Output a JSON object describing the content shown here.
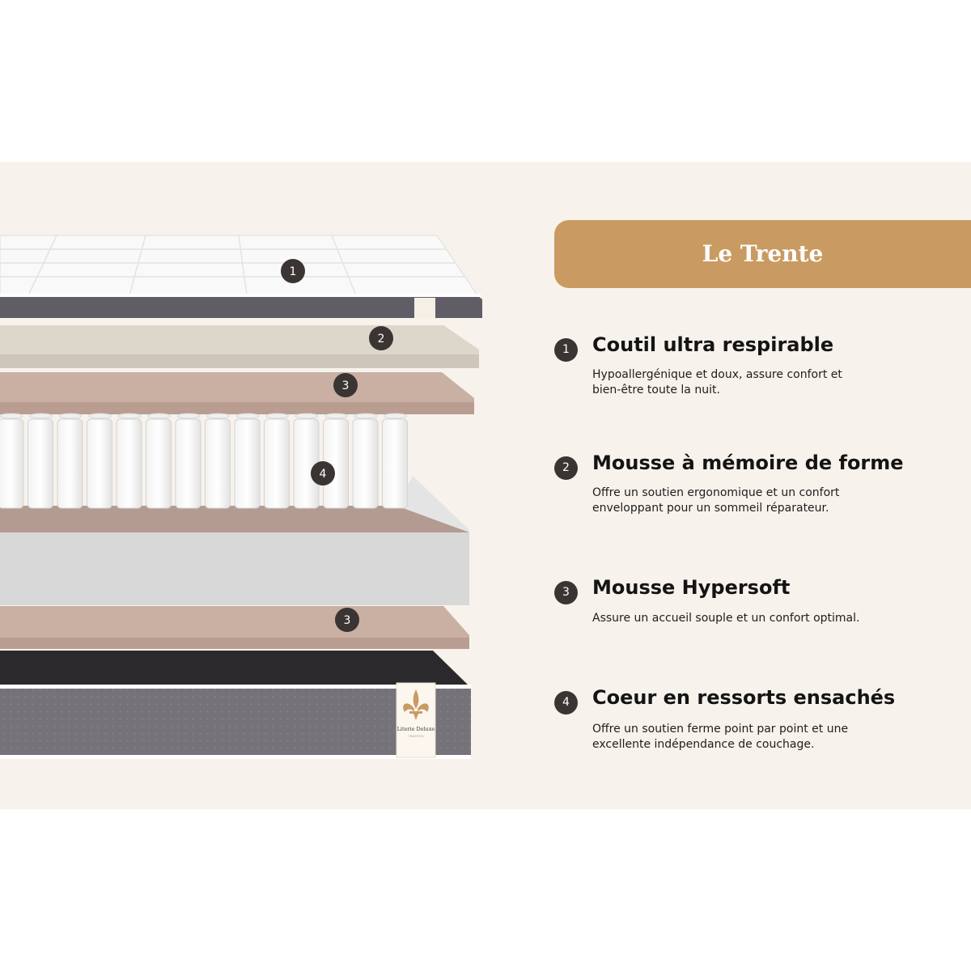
{
  "product": {
    "name": "Le Trente"
  },
  "illustration": {
    "label_tag": {
      "brand": "Literie Deluxe",
      "sub": "TRADITION"
    },
    "layer_markers": [
      "1",
      "2",
      "3",
      "4",
      "3"
    ]
  },
  "features": [
    {
      "number": "1",
      "title": "Coutil ultra respirable",
      "lines": [
        "Hypoallergénique et doux, assure confort et",
        "bien-être toute la nuit."
      ]
    },
    {
      "number": "2",
      "title": "Mousse à mémoire de forme",
      "lines": [
        "Offre un soutien ergonomique et un confort",
        "enveloppant pour un sommeil réparateur."
      ]
    },
    {
      "number": "3",
      "title": "Mousse Hypersoft",
      "lines": [
        "Assure un accueil souple et un confort optimal."
      ]
    },
    {
      "number": "4",
      "title": "Coeur en ressorts ensachés",
      "lines": [
        "Offre un soutien ferme point par point et une",
        "excellente indépendance de couchage."
      ]
    }
  ],
  "colors": {
    "background": "#f7f2ec",
    "accent": "#c99b62",
    "badge": "#3a3532",
    "foam_memory": "#dcd6cb",
    "foam_hypersoft": "#c9b0a3",
    "fabric_grey": "#6f6c74"
  }
}
